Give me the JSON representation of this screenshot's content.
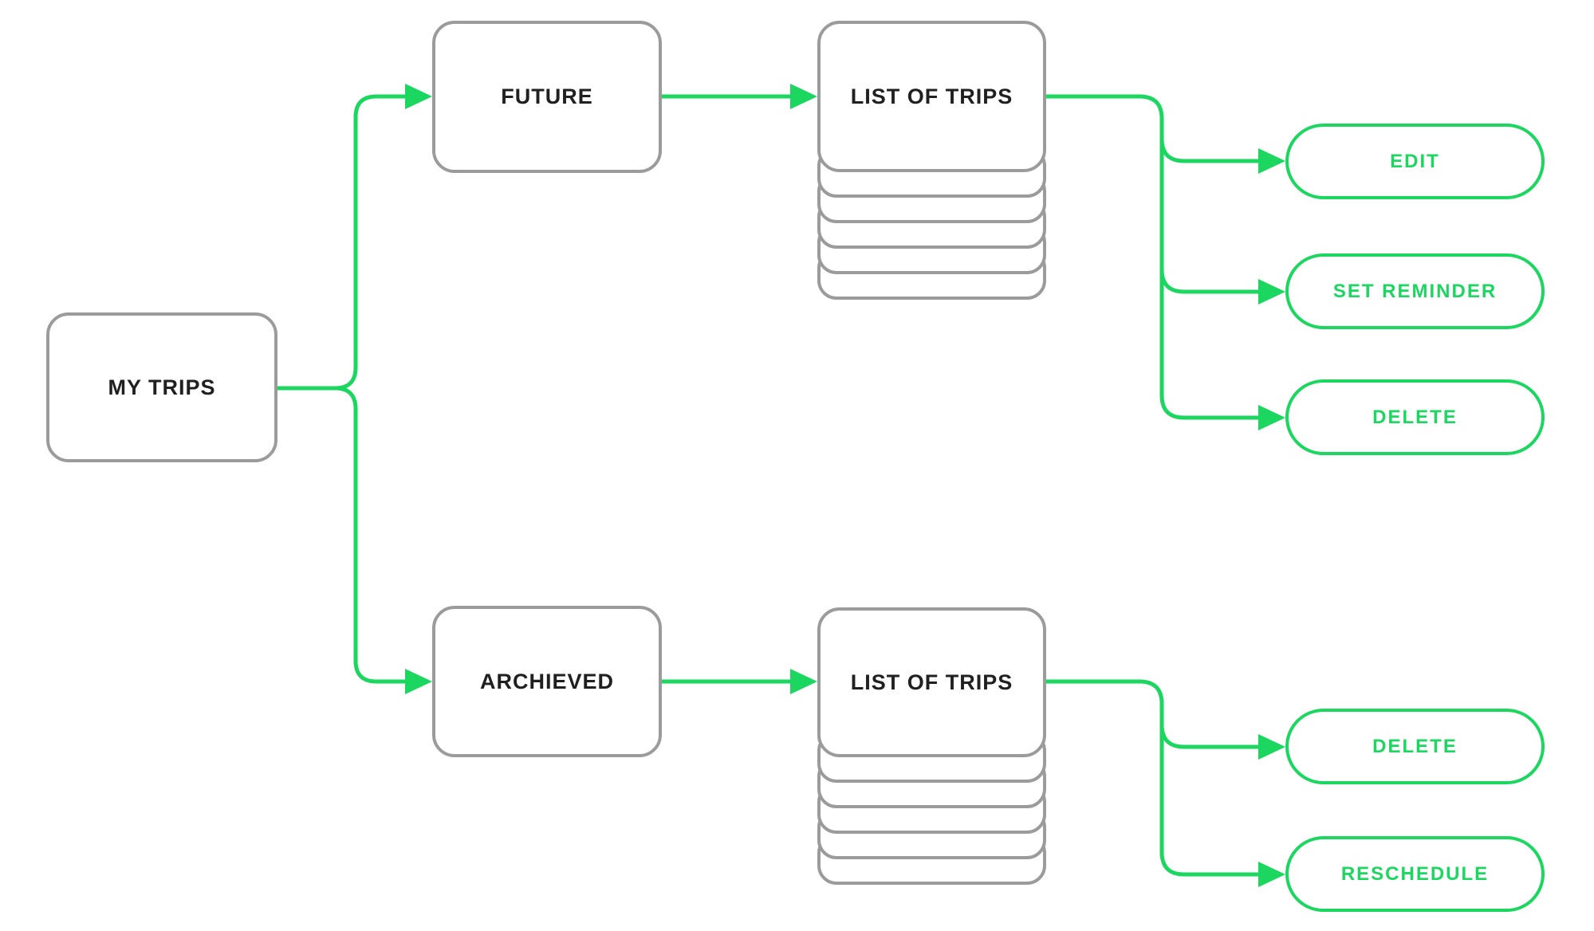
{
  "colors": {
    "accent": "#1BD760",
    "node_border": "#9B9B9B",
    "node_text": "#202020",
    "background": "#FFFFFF"
  },
  "nodes": {
    "my_trips": {
      "label": "MY TRIPS"
    },
    "future": {
      "label": "FUTURE"
    },
    "future_list": {
      "label": "LIST OF TRIPS"
    },
    "archieved": {
      "label": "ARCHIEVED"
    },
    "archieved_list": {
      "label": "LIST OF TRIPS"
    }
  },
  "future_actions": [
    {
      "label": "EDIT"
    },
    {
      "label": "SET REMINDER"
    },
    {
      "label": "DELETE"
    }
  ],
  "archieved_actions": [
    {
      "label": "DELETE"
    },
    {
      "label": "RESCHEDULE"
    }
  ]
}
